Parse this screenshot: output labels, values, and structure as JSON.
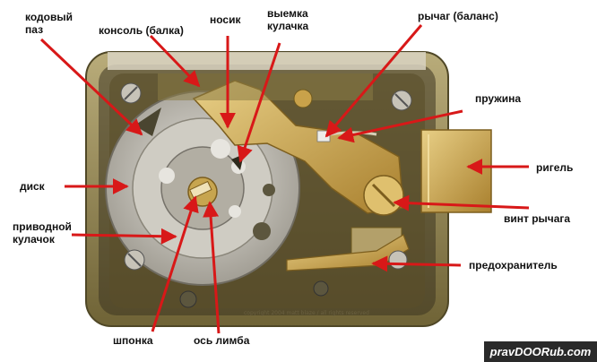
{
  "labels": {
    "code_groove": "кодовый\nпаз",
    "bracket": "консоль (балка)",
    "nose": "носик",
    "cam_notch": "выемка\nкулачка",
    "lever": "рычаг (баланс)",
    "spring": "пружина",
    "disk": "диск",
    "bolt": "ригель",
    "drive_cam": "приводной\nкулачок",
    "lever_screw": "винт рычага",
    "safety": "предохранитель",
    "key": "шпонка",
    "dial_axis": "ось лимба"
  },
  "watermark": "pravDOORub.com",
  "copyright": "copyright 2004 matt blaze / all rights reserved",
  "colors": {
    "arrow": "#d81818",
    "brass": "#c9a24a",
    "metal": "#b8b4aa",
    "casing": "#8a7a4a"
  }
}
